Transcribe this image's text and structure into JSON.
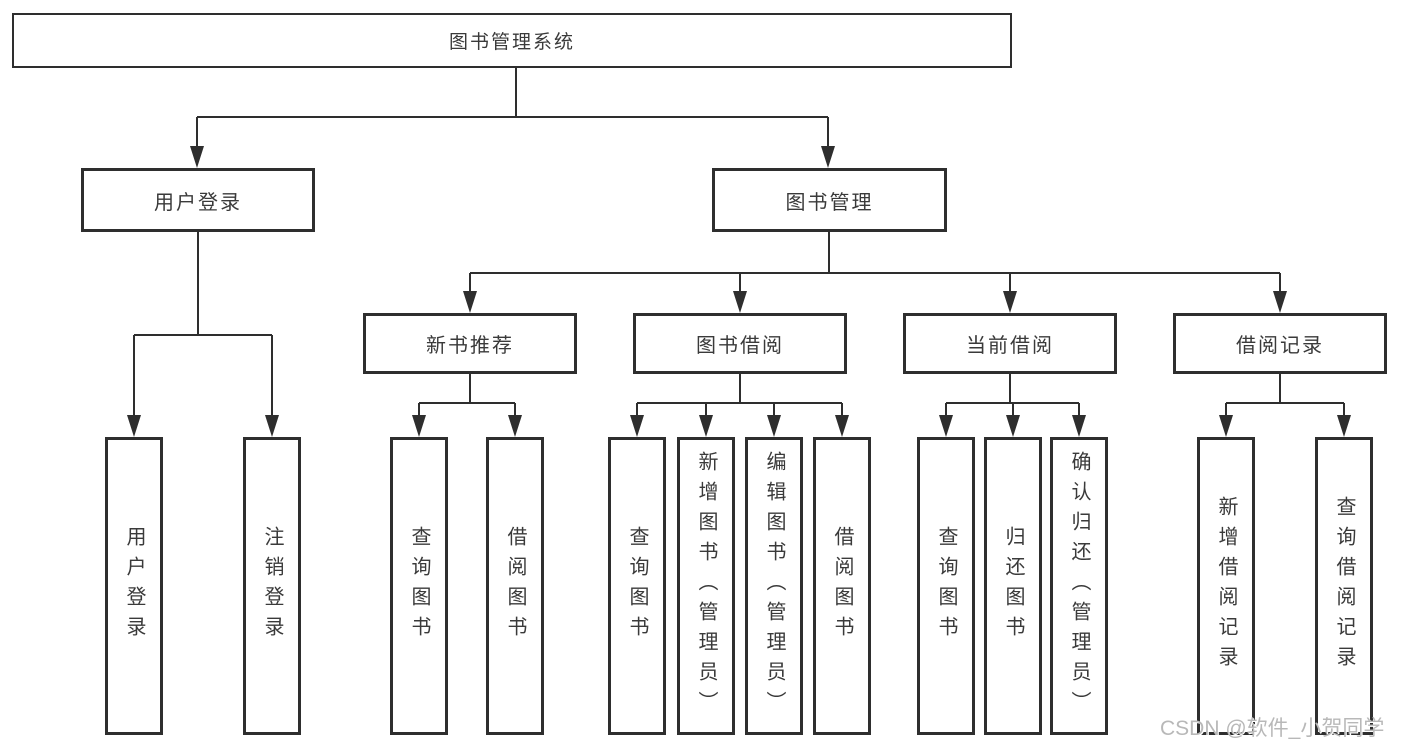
{
  "tree": {
    "label": "图书管理系统",
    "children": [
      {
        "label": "用户登录",
        "children": [
          {
            "label": "用户登录"
          },
          {
            "label": "注销登录"
          }
        ]
      },
      {
        "label": "图书管理",
        "children": [
          {
            "label": "新书推荐",
            "children": [
              {
                "label": "查询图书"
              },
              {
                "label": "借阅图书"
              }
            ]
          },
          {
            "label": "图书借阅",
            "children": [
              {
                "label": "查询图书"
              },
              {
                "label": "新增图书（管理员）"
              },
              {
                "label": "编辑图书（管理员）"
              },
              {
                "label": "借阅图书"
              }
            ]
          },
          {
            "label": "当前借阅",
            "children": [
              {
                "label": "查询图书"
              },
              {
                "label": "归还图书"
              },
              {
                "label": "确认归还（管理员）"
              }
            ]
          },
          {
            "label": "借阅记录",
            "children": [
              {
                "label": "新增借阅记录"
              },
              {
                "label": "查询借阅记录"
              }
            ]
          }
        ]
      }
    ]
  },
  "watermark": {
    "text": "CSDN @软件_小贺同学"
  },
  "colors": {
    "line": "#2e2e2e",
    "text": "#3a3a3a",
    "background": "#ffffff",
    "watermark": "#b8b8b8"
  }
}
